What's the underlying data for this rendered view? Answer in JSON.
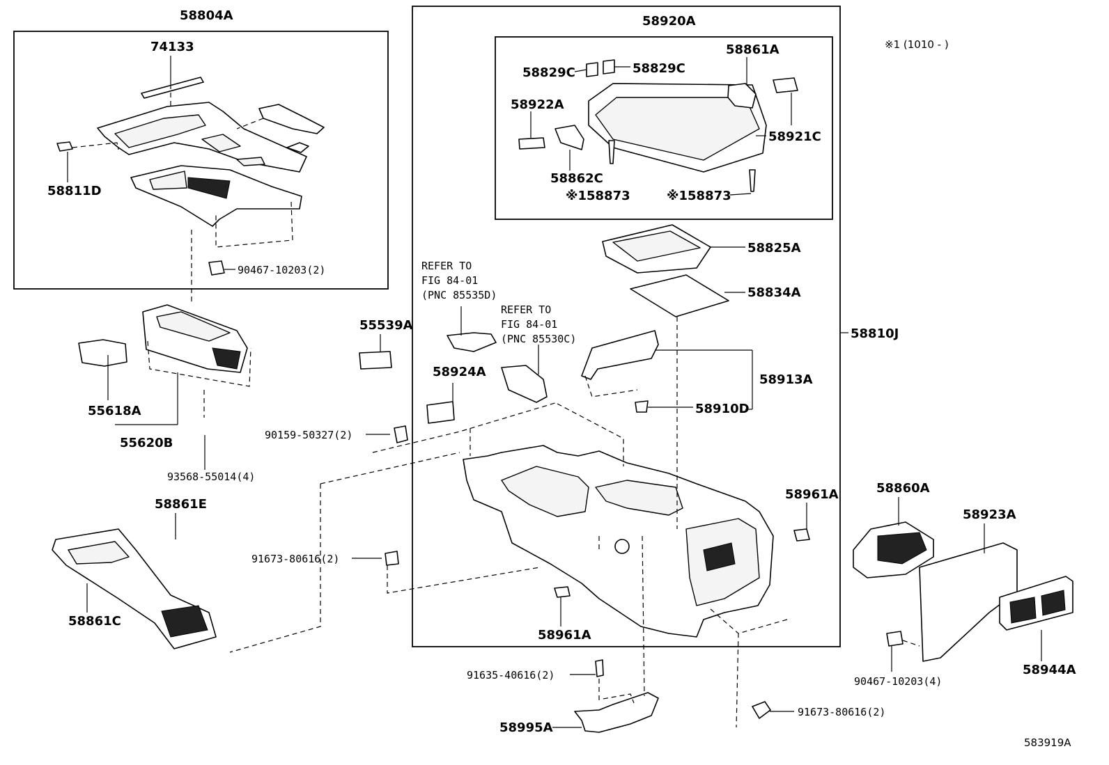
{
  "diagram_id": "583919A",
  "note": "※1 (1010 -     )",
  "labels": {
    "l58804A": "58804A",
    "l74133": "74133",
    "l58811D": "58811D",
    "l90467a": "90467-10203(2)",
    "l55618A": "55618A",
    "l55620B": "55620B",
    "l93568": "93568-55014(4)",
    "l55539A": "55539A",
    "l90159": "90159-50327(2)",
    "l58861E": "58861E",
    "l58861C": "58861C",
    "l91673a": "91673-80616(2)",
    "l58920A": "58920A",
    "l58829C1": "58829C",
    "l58829C2": "58829C",
    "l58861A": "58861A",
    "l58922A": "58922A",
    "l58921C": "58921C",
    "l58862C": "58862C",
    "l58873a": "※158873",
    "l58873b": "※158873",
    "l58825A": "58825A",
    "l58834A": "58834A",
    "l58810J": "58810J",
    "l58913A": "58913A",
    "l58910D": "58910D",
    "l58924A": "58924A",
    "l58961A1": "58961A",
    "l58961A2": "58961A",
    "l58860A": "58860A",
    "l58923A": "58923A",
    "l58944A": "58944A",
    "l90467b": "90467-10203(4)",
    "l91635": "91635-40616(2)",
    "l58995A": "58995A",
    "l91673b": "91673-80616(2)"
  },
  "refer1": [
    "REFER TO",
    "FIG 84-01",
    "(PNC 85535D)"
  ],
  "refer2": [
    "REFER TO",
    "FIG 84-01",
    "(PNC 85530C)"
  ]
}
